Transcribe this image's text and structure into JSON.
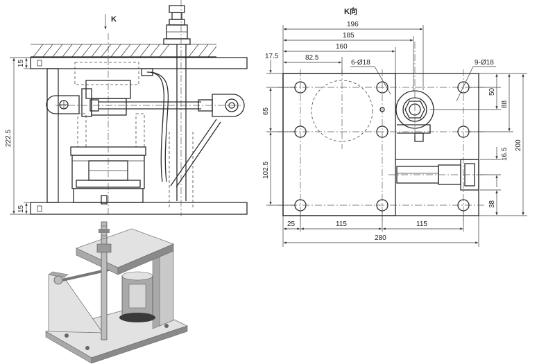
{
  "front_view": {
    "arrow_label": "K",
    "dims": {
      "top_flange": "15",
      "overall_height": "222.5",
      "bottom_flange": "15"
    }
  },
  "k_view": {
    "title": "K向",
    "dims": {
      "d196": "196",
      "d185": "185",
      "d160": "160",
      "d82_5": "82.5",
      "d17_5": "17.5",
      "holes6": "6-Ø18",
      "holes9": "9-Ø18",
      "d50": "50",
      "d65": "65",
      "d88": "88",
      "d200": "200",
      "d102_5": "102.5",
      "d16_5": "16.5",
      "d38": "38",
      "d25": "25",
      "d115a": "115",
      "d115b": "115",
      "d280": "280"
    }
  }
}
